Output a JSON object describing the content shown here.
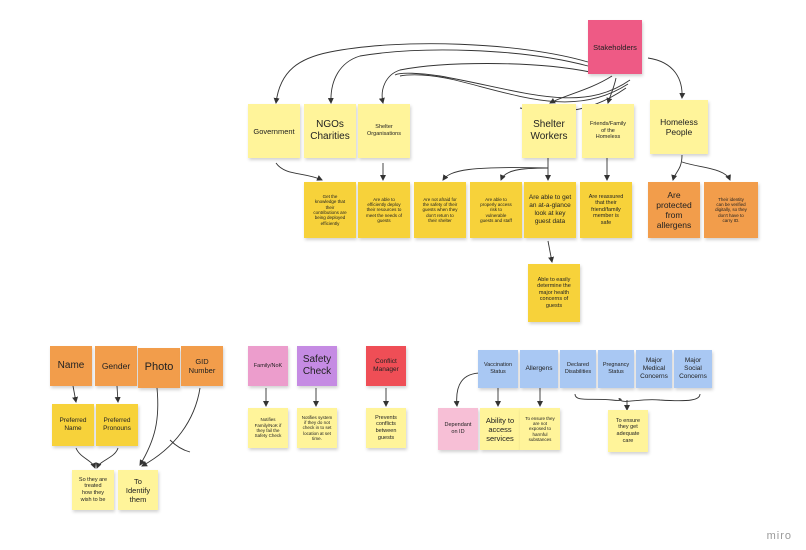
{
  "board": {
    "watermark": "miro",
    "stickies": {
      "stakeholders": "Stakeholders",
      "government": "Government",
      "ngos": "NGOs\nCharities",
      "shelter_orgs": "Shelter\nOrganisations",
      "shelter_workers": "Shelter\nWorkers",
      "friends_family": "Friends/Family\nof the\nHomeless",
      "homeless_people": "Homeless\nPeople",
      "outcome_ngos": "Get the\nknowledge that\ntheir\ncontributions are\nbeing deployed\nefficiently",
      "outcome_shelter_orgs": "Are able to\nefficiently deploy\ntheir resources to\nmeet the needs of\nguests",
      "outcome_not_afraid": "Are not afraid for\nthe safety of their\nguests when they\ndon't return to\ntheir shelter",
      "outcome_access_risk": "Are able to\nproperly access\nrisk to\nvulnerable\nguests and staff",
      "outcome_at_a_glance": "Are able to get\nan at-a-glance\nlook at key\nguest data",
      "outcome_reassured": "Are reassured\nthat their\nfriend/family\nmember is\nsafe",
      "outcome_allergens": "Are\nprotected\nfrom\nallergens",
      "outcome_identity": "Their identity\ncan be verified\ndigitally, so they\ndon't have to\ncarry ID.",
      "outcome_health": "Able to easily\ndetermine the\nmajor health\nconcerns of\nguests",
      "name": "Name",
      "gender": "Gender",
      "photo": "Photo",
      "gid_number": "GID\nNumber",
      "preferred_name": "Preferred\nName",
      "preferred_pronouns": "Preferred\nPronouns",
      "treated_as_wish": "So they are\ntreated\nhow they\nwish to be",
      "to_identify": "To\nIdentify\nthem",
      "family_nok": "Family/NoK",
      "safety_check": "Safety\nCheck",
      "conflict_manager": "Conflict\nManager",
      "notifies_family": "Notifies\nFamily/NoK if\nthey fail the\nSafety Check",
      "notifies_system": "Notifies system\nif they do not\ncheck in to set\nlocation at set\ntime.",
      "prevents_conflicts": "Prevents\nconflicts\nbetween\nguests",
      "vaccination_status": "Vaccination\nStatus",
      "allergens": "Allergens",
      "declared_disabilities": "Declared\nDisabilities",
      "pregnancy_status": "Pregnancy\nStatus",
      "major_medical": "Major\nMedical\nConcerns",
      "major_social": "Major\nSocial\nConcerns",
      "dependant_on_id": "Dependant\non ID",
      "ability_access_services": "Ability to\naccess\nservices",
      "not_exposed": "To ensure they\nare not\nexposed to\nharmful\nsubstances",
      "adequate_care": "To ensure\nthey get\nadequate\ncare"
    }
  },
  "colors": {
    "yellow": "#fff49a",
    "gold": "#f7d23a",
    "orange": "#f29d4b",
    "pink": "#ee5a85",
    "mauve": "#ec9dcc",
    "purple": "#c58be3",
    "red": "#ef4e56",
    "blue": "#a9c8f3",
    "light_pink": "#f7bfd6",
    "connector": "#333333"
  }
}
